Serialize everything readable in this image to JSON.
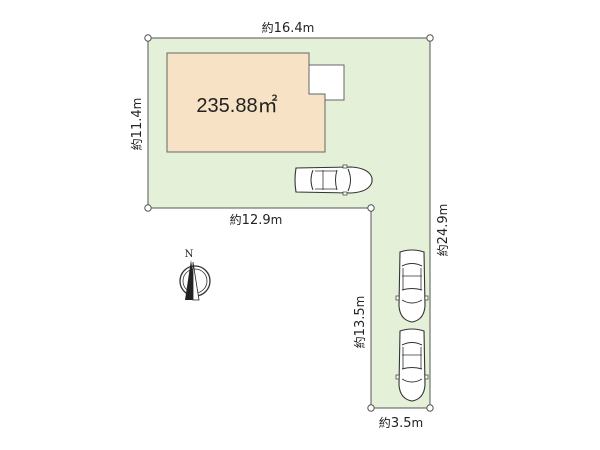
{
  "plot": {
    "area_label": "235.88㎡",
    "north_label": "N",
    "dimensions": {
      "top": {
        "prefix": "約",
        "value": "16.4",
        "unit": "m"
      },
      "left": {
        "prefix": "約",
        "value": "11.4",
        "unit": "m"
      },
      "inner_horizontal": {
        "prefix": "約",
        "value": "12.9",
        "unit": "m"
      },
      "right": {
        "prefix": "約",
        "value": "24.9",
        "unit": "m"
      },
      "inner_vertical": {
        "prefix": "約",
        "value": "13.5",
        "unit": "m"
      },
      "bottom": {
        "prefix": "約",
        "value": "3.5",
        "unit": "m"
      }
    }
  },
  "colors": {
    "lot_fill": "#e4f0d8",
    "lot_stroke": "#555555",
    "house_fill": "#f7e2c6",
    "house_stroke": "#666666",
    "annex_fill": "#ffffff",
    "car_fill": "#ffffff",
    "car_stroke": "#333333"
  },
  "cars": [
    {
      "orientation": "horizontal"
    },
    {
      "orientation": "vertical"
    },
    {
      "orientation": "vertical"
    }
  ]
}
